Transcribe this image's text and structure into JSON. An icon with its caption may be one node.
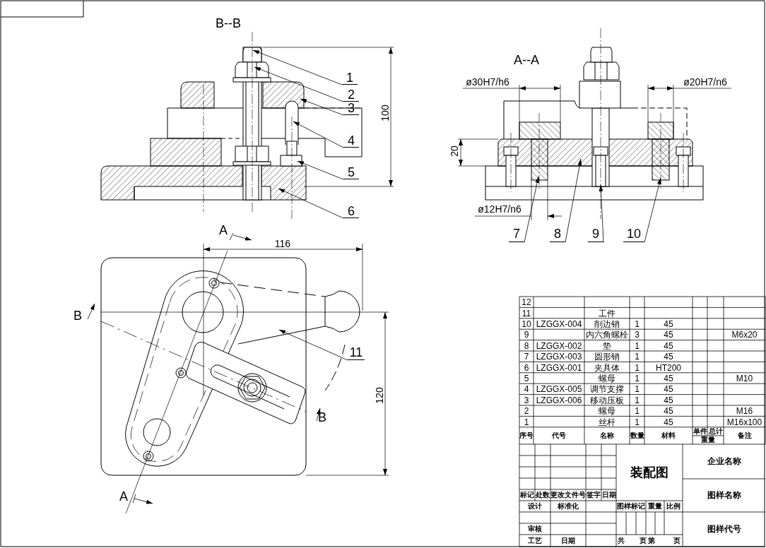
{
  "diagram": {
    "nodes": [
      {
        "text": [
          "1"
        ]
      },
      {
        "text": [
          "2"
        ]
      },
      {
        "text": [
          "3"
        ]
      },
      {
        "text": [
          "4"
        ]
      },
      {
        "text": [
          "5"
        ]
      },
      {
        "text": [
          "6"
        ]
      },
      {
        "text": [
          "7"
        ]
      },
      {
        "text": [
          "8"
        ]
      },
      {
        "text": [
          "9"
        ]
      },
      {
        "text": [
          "10"
        ]
      },
      {
        "text": [
          "11"
        ]
      }
    ],
    "edges": [
      {
        "from": 0,
        "to": null,
        "arrow": "to"
      },
      {
        "from": 1,
        "to": null,
        "arrow": "to"
      },
      {
        "from": 2,
        "to": null,
        "arrow": "to"
      },
      {
        "from": 3,
        "to": null,
        "arrow": "to"
      },
      {
        "from": 4,
        "to": null,
        "arrow": "to"
      },
      {
        "from": 5,
        "to": null,
        "arrow": "to"
      },
      {
        "from": 6,
        "to": null,
        "arrow": "to"
      },
      {
        "from": 7,
        "to": null,
        "arrow": "to"
      },
      {
        "from": 8,
        "to": null,
        "arrow": "to"
      },
      {
        "from": 9,
        "to": null,
        "arrow": "to"
      },
      {
        "from": 10,
        "to": null,
        "arrow": "to"
      }
    ],
    "labels": [
      "B--B",
      "100",
      "A--A",
      "ø30H7/h6",
      "ø20H7/n6",
      "20",
      "ø12H7/n6",
      "A",
      "116",
      "B",
      "120",
      "B",
      "A",
      "12",
      "11",
      "工件",
      "10",
      "LZGGX-004",
      "削边销",
      "1",
      "45",
      "9",
      "内六角螺栓",
      "3",
      "45",
      "M6x20",
      "8",
      "LZGGX-002",
      "垫",
      "1",
      "45",
      "7",
      "LZGGX-003",
      "圆形销",
      "1",
      "45",
      "6",
      "LZGGX-001",
      "夹具体",
      "1",
      "HT200",
      "5",
      "螺母",
      "1",
      "45",
      "M10",
      "4",
      "LZGGX-005",
      "调节支撑",
      "1",
      "45",
      "3",
      "LZGGX-006",
      "移动压板",
      "1",
      "45",
      "2",
      "螺母",
      "1",
      "45",
      "M16",
      "1",
      "丝杆",
      "1",
      "45",
      "M16x100",
      "序号",
      "代号",
      "名称",
      "数量",
      "材料",
      "单件",
      "总计",
      "重量",
      "备注",
      "标记",
      "处数",
      "更改文件号",
      "签字",
      "日期",
      "设计",
      "标准化",
      "审核",
      "工艺",
      "日期",
      "装配图",
      "图样标记",
      "重量",
      "比例",
      "共",
      "页",
      "第",
      "页",
      "企业名称",
      "图样名称",
      "图样代号"
    ]
  }
}
